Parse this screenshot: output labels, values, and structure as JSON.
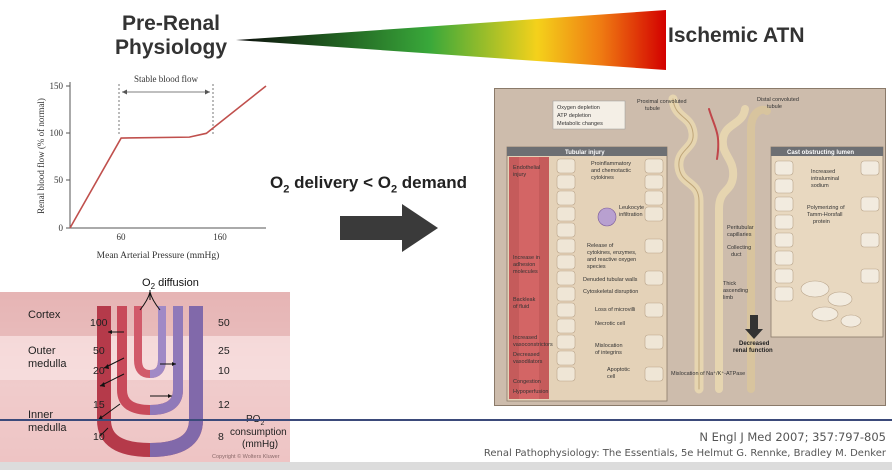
{
  "header": {
    "left_title_line1": "Pre-Renal",
    "left_title_line2": "Physiology",
    "right_title": "Ischemic ATN"
  },
  "statement": {
    "o2": "O",
    "sub1": "2",
    "text1": " delivery < O",
    "sub2": "2",
    "text2": " demand"
  },
  "autoregulation_chart": {
    "annotation": "Stable blood flow",
    "ylabel": "Renal blood flow (% of normal)",
    "xlabel": "Mean Arterial Pressure (mmHg)",
    "y_ticks": [
      "150",
      "100",
      "50",
      "0"
    ],
    "x_ticks": [
      "60",
      "160"
    ]
  },
  "chart_data": {
    "type": "line",
    "x": [
      0,
      60,
      140,
      160,
      230
    ],
    "y": [
      0,
      95,
      96,
      100,
      150
    ],
    "xlabel": "Mean Arterial Pressure (mmHg)",
    "ylabel": "Renal blood flow (% of normal)",
    "annotations": [
      "Stable blood flow"
    ],
    "xlim": [
      0,
      230
    ],
    "ylim": [
      0,
      150
    ],
    "grid": false
  },
  "medulla_diagram": {
    "o2_diffusion_label": "O",
    "o2_sub": "2",
    "o2_rest": " diffusion",
    "zones": [
      "Cortex",
      "Outer",
      "medulla",
      "Inner",
      "medulla"
    ],
    "left_values": [
      "100",
      "50",
      "20",
      "15",
      "10"
    ],
    "right_values": [
      "50",
      "25",
      "10",
      "12",
      "8"
    ],
    "po2_label_1": "PO",
    "po2_sub": "2",
    "po2_label_2": "consumption",
    "po2_label_3": "(mmHg)",
    "copyright": "Copyright © Wolters Kluwer"
  },
  "illustration": {
    "top_labels": [
      "Oxygen depletion",
      "ATP depletion",
      "Metabolic changes",
      "Proximal convoluted",
      "tubule",
      "Distal convoluted",
      "tubule"
    ],
    "panel_left_title": "Tubular injury",
    "panel_right_title": "Cast obstructing lumen",
    "left_labels": [
      "Endothelial",
      "injury",
      "Proinflammatory",
      "and chemotactic",
      "cytokines",
      "Leukocyte",
      "infiltration",
      "Release of",
      "cytokines, enzymes,",
      "and reactive oxygen",
      "species",
      "Increase in",
      "adhesion",
      "molecules",
      "Denuded tubular walls",
      "Cytoskeletal disruption",
      "Backleak",
      "of fluid",
      "Loss of microvilli",
      "Necrotic cell",
      "Increased",
      "vasoconstrictors",
      "Decreased",
      "vasodilators",
      "Mislocation",
      "of integrins",
      "Apoptotic",
      "cell",
      "Congestion",
      "Hypoperfusion"
    ],
    "right_labels": [
      "Increased",
      "intraluminal",
      "sodium",
      "Polymerizing of",
      "Tamm-Horsfall",
      "protein"
    ],
    "center_labels": [
      "Peritubular",
      "capillaries",
      "Collecting",
      "duct",
      "Thick",
      "ascending",
      "limb",
      "Decreased",
      "renal function",
      "Mislocation of Na⁺/K⁺-ATPase"
    ]
  },
  "citations": {
    "line1": "N Engl J Med 2007; 357:797-805",
    "line2": "Renal Pathophysiology: The Essentials, 5e Helmut G. Rennke, Bradley M. Denker"
  },
  "colors": {
    "wedge_start": "#1a1a1a",
    "wedge_mid1": "#3aa53a",
    "wedge_mid2": "#f2d21a",
    "wedge_end": "#d40000",
    "arrow": "#3a3a3a",
    "curve": "#c0504d",
    "divider": "#3b4a7a"
  }
}
